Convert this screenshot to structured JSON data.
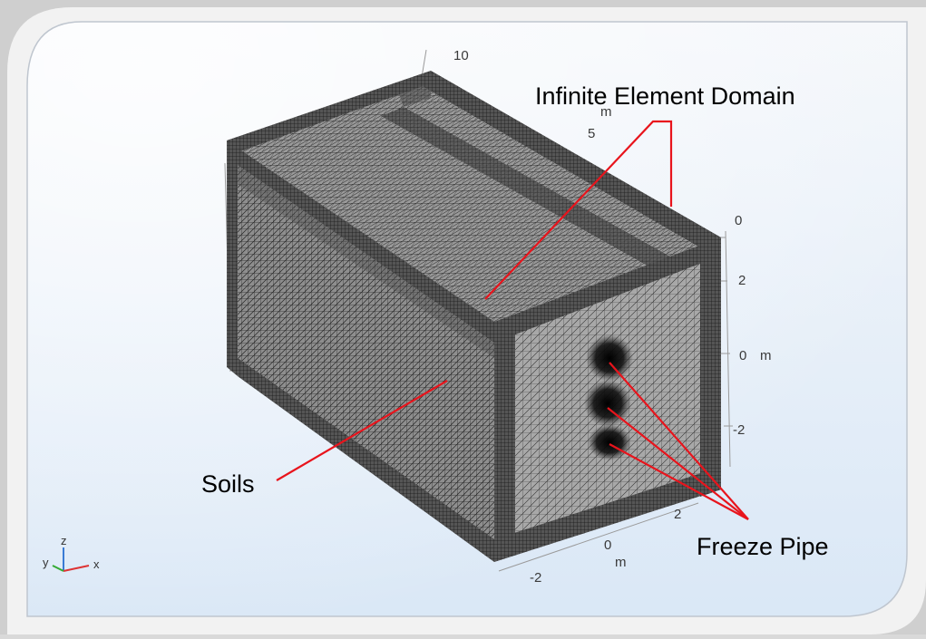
{
  "annotations": {
    "infinite_element_domain": "Infinite Element Domain",
    "soils": "Soils",
    "freeze_pipe": "Freeze Pipe"
  },
  "axes": {
    "back_axis": {
      "ticks": [
        "10",
        "5"
      ],
      "unit": "m"
    },
    "vertical_axis": {
      "ticks": [
        "0",
        "2",
        "0",
        "-2"
      ],
      "unit": "m"
    },
    "front_axis": {
      "ticks": [
        "2",
        "0",
        "-2"
      ],
      "unit": "m"
    }
  },
  "triad": {
    "x": "x",
    "y": "y",
    "z": "z"
  },
  "colors": {
    "annotation_line": "#e8141c",
    "mesh": "#2b2b2b",
    "dense_mesh": "#111111",
    "background_top": "#f4f7fb",
    "background_bottom": "#dce8f5"
  }
}
